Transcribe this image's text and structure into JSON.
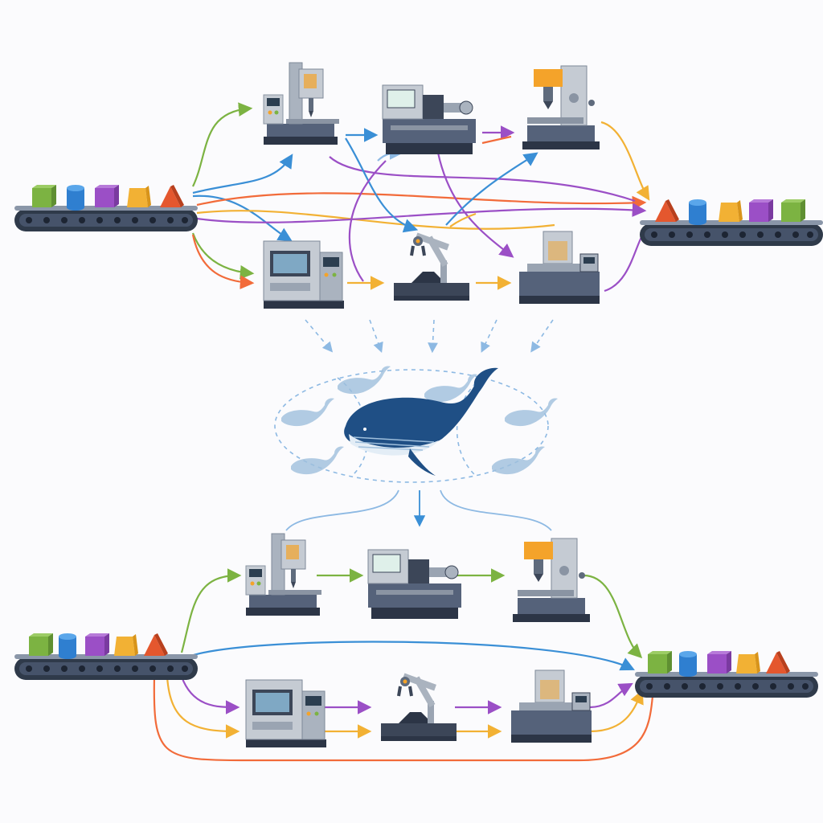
{
  "colors": {
    "green": "#7cb342",
    "blue": "#3a8fd6",
    "purple": "#9b4fc6",
    "yellow": "#f2b134",
    "orange": "#f26b3a",
    "red": "#e4572e",
    "machine_body": "#c5cbd3",
    "machine_dark": "#3c4658",
    "accent_orange": "#f4a32a",
    "whale_dark": "#1f4f85",
    "whale_light": "#9fbfdc",
    "belt": "#2f3a4a"
  },
  "top_section": {
    "input_belt": {
      "items": [
        "green-cube",
        "blue-cylinder",
        "purple-cube",
        "yellow-trapezoid",
        "red-triangle"
      ]
    },
    "output_belt": {
      "items": [
        "red-triangle",
        "blue-cylinder",
        "yellow-trapezoid",
        "purple-cube",
        "green-cube"
      ]
    },
    "machines": [
      "drill-press-icon",
      "lathe-icon",
      "milling-machine-icon",
      "cnc-machine-icon",
      "robotic-arm-icon",
      "inspection-station-icon"
    ]
  },
  "scheduler": {
    "icon": "whale-icon",
    "small_icons": [
      "small-whale-icon",
      "small-whale-icon",
      "small-whale-icon",
      "small-whale-icon",
      "small-whale-icon",
      "small-whale-icon"
    ]
  },
  "bottom_section": {
    "input_belt": {
      "items": [
        "green-cube",
        "blue-cylinder",
        "purple-cube",
        "yellow-trapezoid",
        "red-triangle"
      ]
    },
    "output_belt": {
      "items": [
        "green-cube",
        "blue-cylinder",
        "purple-cube",
        "yellow-trapezoid",
        "red-triangle"
      ]
    },
    "machines": [
      "drill-press-icon",
      "lathe-icon",
      "milling-machine-icon",
      "cnc-machine-icon",
      "robotic-arm-icon",
      "inspection-station-icon"
    ]
  }
}
